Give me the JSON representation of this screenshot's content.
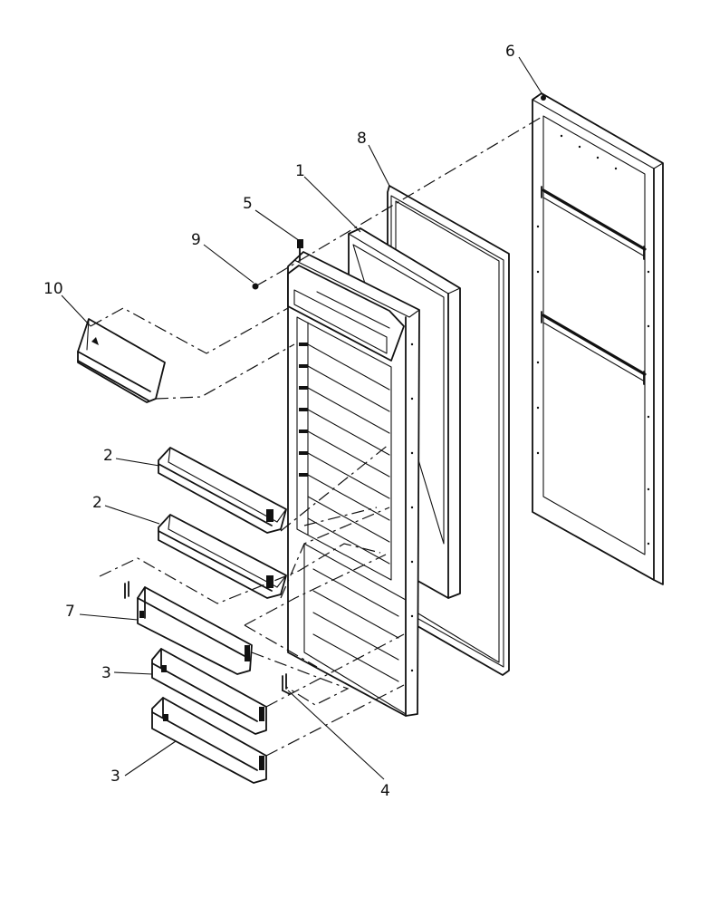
{
  "callouts": {
    "door_frame": "6",
    "gasket": "8",
    "liner": "1",
    "hinge_pin": "5",
    "screw": "9",
    "dairy_cover": "10",
    "shelf_upper": "2",
    "shelf_lower": "2",
    "rail": "7",
    "bin_upper": "3",
    "bin_lower": "3",
    "clip": "4"
  }
}
